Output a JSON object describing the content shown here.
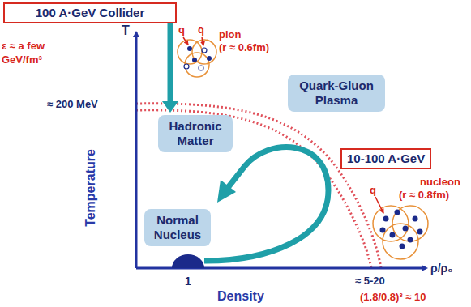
{
  "diagram": {
    "nodes": [
      {
        "text": [
          "100 A·GeV Collider"
        ]
      },
      {
        "text": [
          "Quark-Gluon Plasma"
        ]
      },
      {
        "text": [
          "Hadronic Matter"
        ]
      },
      {
        "text": [
          "10-100 A·GeV"
        ]
      },
      {
        "text": [
          "Normal Nucleus"
        ]
      }
    ],
    "edges": [
      {
        "from": 0,
        "to": 2,
        "arrow": "to"
      }
    ],
    "labels": [
      "ε ≈ a few GeV/fm³",
      "T",
      "≈ 200 MeV",
      "Temperature",
      "q",
      "q̄",
      "pion",
      "(r ≈ 0.6fm)",
      "q",
      "nucleon",
      "(r ≈ 0.8fm)",
      "1",
      "≈ 5-20",
      "ρ/ρ₀",
      "Density",
      "(1.8/0.8)³ ≈ 10"
    ]
  }
}
